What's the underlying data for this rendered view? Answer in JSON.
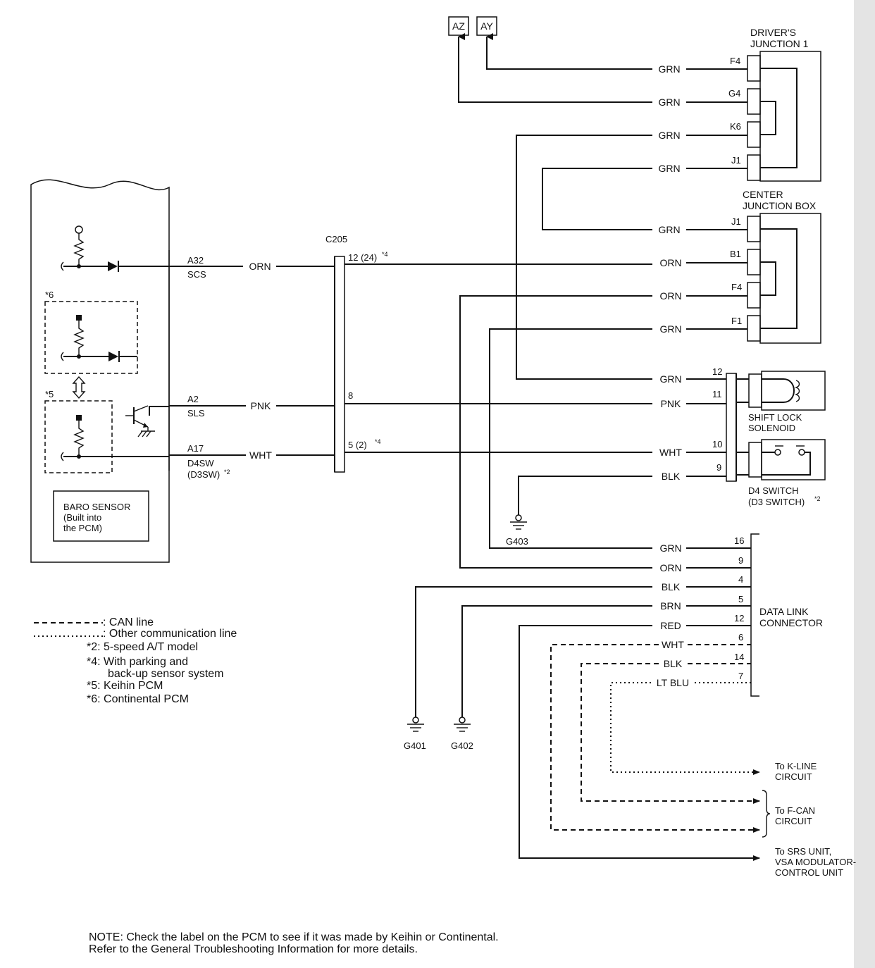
{
  "connectors_top": {
    "az": "AZ",
    "ay": "AY"
  },
  "drivers_junction": {
    "line1": "DRIVER'S",
    "line2": "JUNCTION 1",
    "pins": [
      "F4",
      "G4",
      "K6",
      "J1"
    ]
  },
  "center_junction": {
    "line1": "CENTER",
    "line2": "JUNCTION BOX",
    "pins": [
      "J1",
      "B1",
      "F4",
      "F1"
    ]
  },
  "wires": {
    "w_f4": "GRN",
    "w_g4": "GRN",
    "w_k6": "GRN",
    "w_j1": "GRN",
    "c_j1": "GRN",
    "c_b1": "ORN",
    "c_f4": "ORN",
    "c_f1": "GRN",
    "sl_12": "GRN",
    "sl_11": "PNK",
    "sl_10": "WHT",
    "sl_9": "BLK",
    "pcm_a32": "ORN",
    "pcm_a2": "PNK",
    "pcm_a17": "WHT",
    "dlc_16": "GRN",
    "dlc_9": "ORN",
    "dlc_4": "BLK",
    "dlc_5": "BRN",
    "dlc_12": "RED",
    "dlc_6": "WHT",
    "dlc_14": "BLK",
    "dlc_7": "LT BLU"
  },
  "pcm": {
    "a32": "A32",
    "scs": "SCS",
    "a2": "A2",
    "sls": "SLS",
    "a17": "A17",
    "d4sw": "D4SW",
    "d3sw": "(D3SW)",
    "d3sw_note": "*2",
    "note6": "*6",
    "note5": "*5",
    "baro_line1": "BARO SENSOR",
    "baro_line2": "(Built into",
    "baro_line3": "the PCM)"
  },
  "c205": {
    "name": "C205",
    "pin12": "12 (24)",
    "pin12_note": "*4",
    "pin8": "8",
    "pin5": "5 (2)",
    "pin5_note": "*4"
  },
  "shift_lock": {
    "pins": [
      "12",
      "11",
      "10",
      "9"
    ],
    "solenoid_line1": "SHIFT LOCK",
    "solenoid_line2": "SOLENOID",
    "switch_line1": "D4 SWITCH",
    "switch_line2": "(D3 SWITCH)",
    "switch_note": "*2"
  },
  "grounds": {
    "g403": "G403",
    "g401": "G401",
    "g402": "G402"
  },
  "dlc": {
    "line1": "DATA LINK",
    "line2": "CONNECTOR",
    "pins": [
      "16",
      "9",
      "4",
      "5",
      "12",
      "6",
      "14",
      "7"
    ]
  },
  "destinations": {
    "kline1": "To K-LINE",
    "kline2": "CIRCUIT",
    "fcan1": "To F-CAN",
    "fcan2": "CIRCUIT",
    "srs1": "To SRS UNIT,",
    "srs2": "VSA MODULATOR-",
    "srs3": "CONTROL UNIT"
  },
  "legend": {
    "can": ": CAN line",
    "other": ": Other communication line",
    "n2": "*2: 5-speed A/T model",
    "n4a": "*4: With parking and",
    "n4b": "back-up sensor system",
    "n5": "*5: Keihin PCM",
    "n6": "*6: Continental PCM"
  },
  "note": {
    "line1": "NOTE: Check the label on the PCM to see if it was made by Keihin or Continental.",
    "line2": "Refer to the General Troubleshooting Information for more details."
  }
}
